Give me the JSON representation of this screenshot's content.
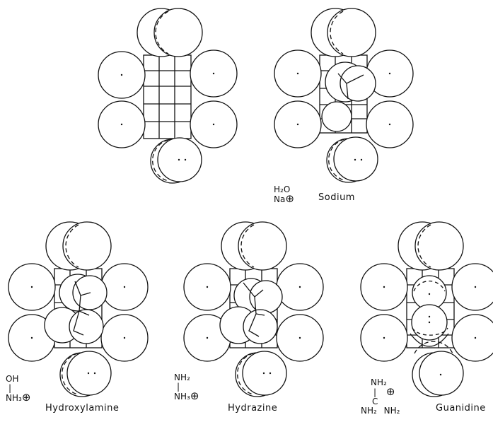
{
  "panels": {
    "sodium": {
      "name": "Sodium",
      "formula_line1": "H₂O",
      "formula_line2": "Na",
      "charge": "⊕"
    },
    "hydroxylamine": {
      "name": "Hydroxylamine",
      "formula_top": "OH",
      "formula_bond": "|",
      "formula_bottom": "NH₃",
      "charge": "⊕"
    },
    "hydrazine": {
      "name": "Hydrazine",
      "formula_top": "NH₂",
      "formula_bond": "|",
      "formula_bottom": "NH₃",
      "charge": "⊕"
    },
    "guanidine": {
      "name": "Guanidine",
      "formula_top": "NH₂",
      "formula_bond": "|",
      "formula_center": "C",
      "formula_bottom_left": "NH₂",
      "formula_bottom_right": "NH₂",
      "charge": "⊕"
    }
  }
}
